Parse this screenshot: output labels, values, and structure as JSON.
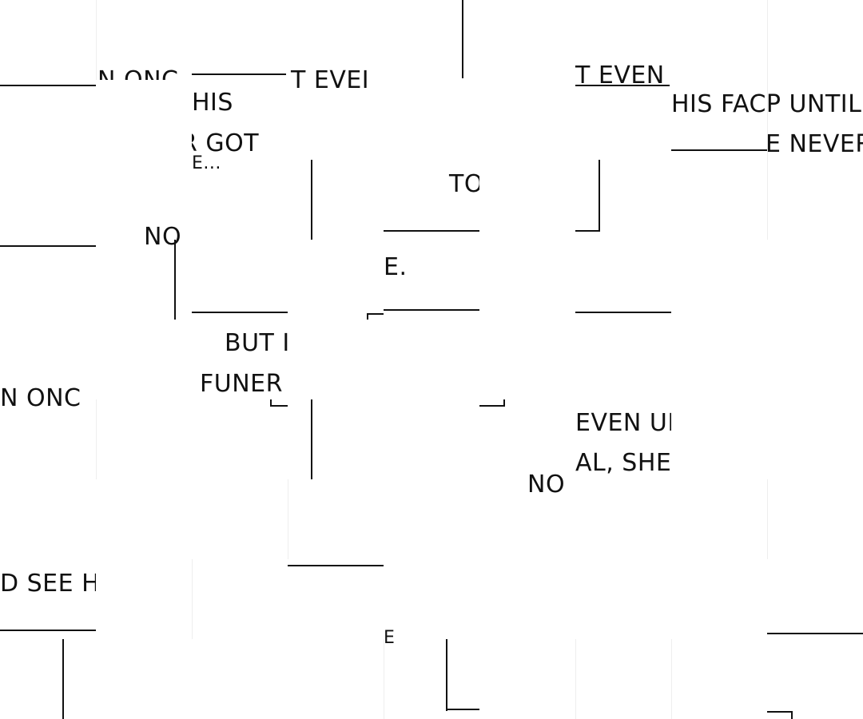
{
  "fragments": {
    "f_n_onc_top": "N ONC",
    "f_t_even_top": "T EVEI",
    "f_his": "HIS",
    "f_r_got": "R GOT",
    "f_ellipsis": "E...",
    "f_t_even_right": "T EVEN",
    "f_his_face_until": "HIS FACP UNTIL",
    "f_e_never": "E NEVER",
    "f_to": "TO",
    "f_no_left": "NO",
    "f_e_dot": "E.",
    "f_but": "BUT I",
    "f_funer": "FUNER",
    "f_n_onc_mid": "N ONC",
    "f_even_ui": "EVEN UI",
    "f_al_she": "AL, SHE",
    "f_no_mid": "NO",
    "f_d_see_h": "D SEE H",
    "f_e_bottom": "E"
  }
}
